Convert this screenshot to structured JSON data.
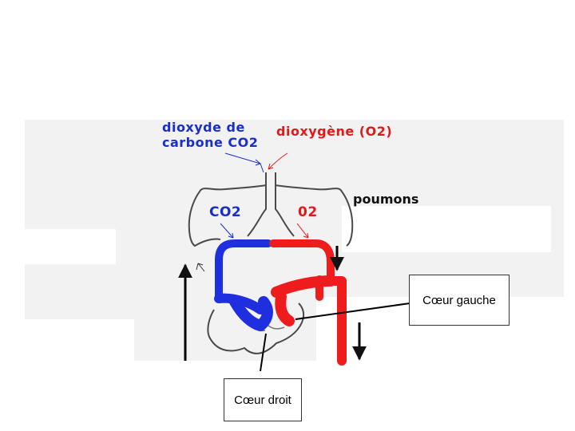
{
  "labels": {
    "co2_title_line1": "dioxyde de",
    "co2_title_line2": "carbone CO2",
    "o2_title": "dioxygène (O2)",
    "co2_short": "CO2",
    "o2_short": "02",
    "lungs": "poumons"
  },
  "callouts": {
    "left_heart": "Cœur gauche",
    "right_heart": "Cœur droit"
  },
  "colors": {
    "deoxygenated_blood": "#1f2fe0",
    "oxygenated_blood": "#ee1c1c",
    "panel_background": "#f2f2f2"
  }
}
